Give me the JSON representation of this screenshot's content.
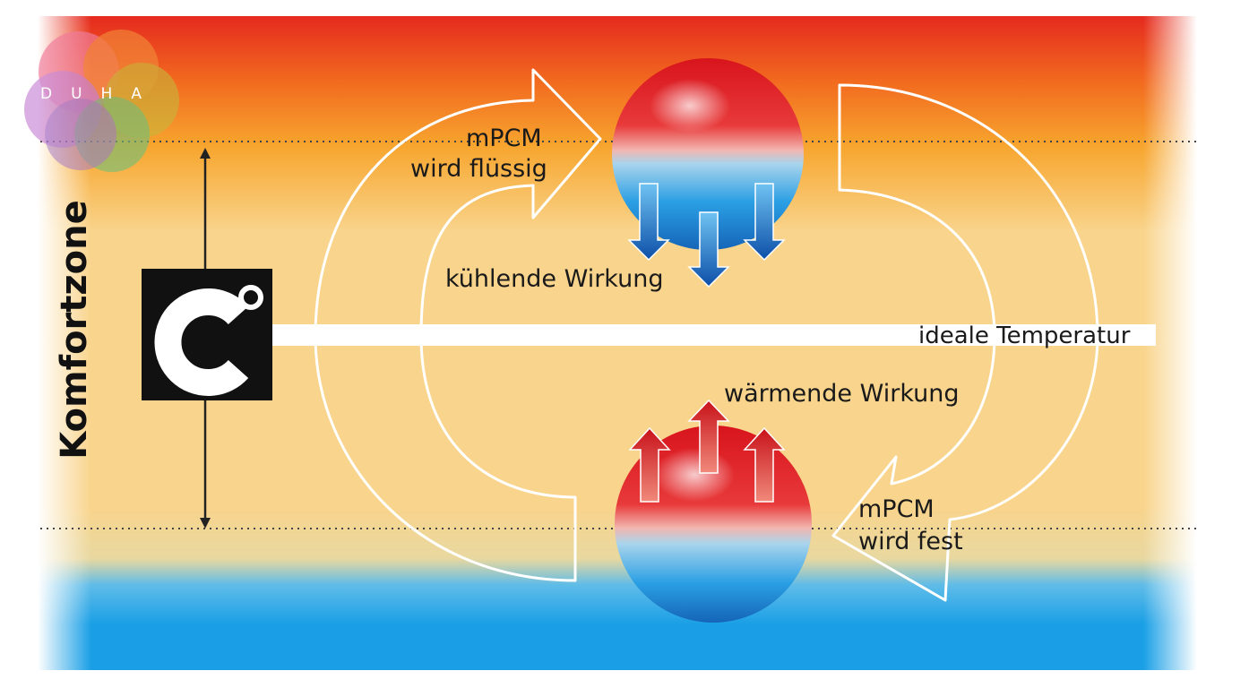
{
  "logo": {
    "text": "DUHA"
  },
  "comfort_zone_label": "Komfortzone",
  "unit_symbol": "C°",
  "labels": {
    "melt_line1": "mPCM",
    "melt_line2": "wird flüssig",
    "cooling": "kühlende Wirkung",
    "ideal": "ideale Temperatur",
    "warming": "wärmende Wirkung",
    "solid_line1": "mPCM",
    "solid_line2": "wird fest"
  },
  "colors": {
    "hot": "#e41e26",
    "warm": "#f39a1e",
    "comfort": "#f9d68c",
    "cool": "#1aa3e8",
    "arrow_cool": "#1565c0",
    "arrow_warm": "#d12a1e"
  }
}
